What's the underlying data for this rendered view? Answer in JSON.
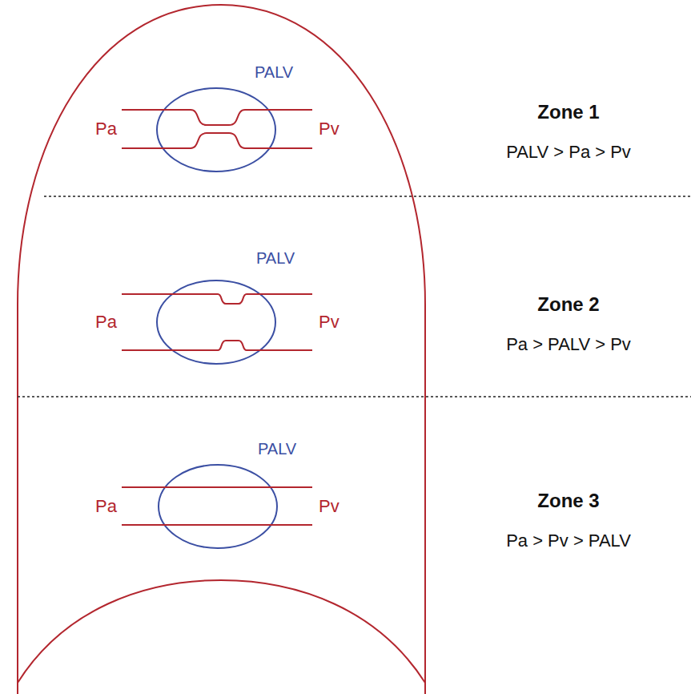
{
  "diagram": {
    "nodes": [
      {
        "text": [
          "Zone 1",
          "PALV > Pa > Pv"
        ]
      },
      {
        "text": [
          "Zone 2",
          "Pa > PALV > Pv"
        ]
      },
      {
        "text": [
          "Zone 3",
          "Pa > Pv > PALV"
        ]
      }
    ],
    "labels": [
      "PALV",
      "Pa",
      "Pv",
      "PALV",
      "Pa",
      "Pv",
      "PALV",
      "Pa",
      "Pv"
    ]
  }
}
